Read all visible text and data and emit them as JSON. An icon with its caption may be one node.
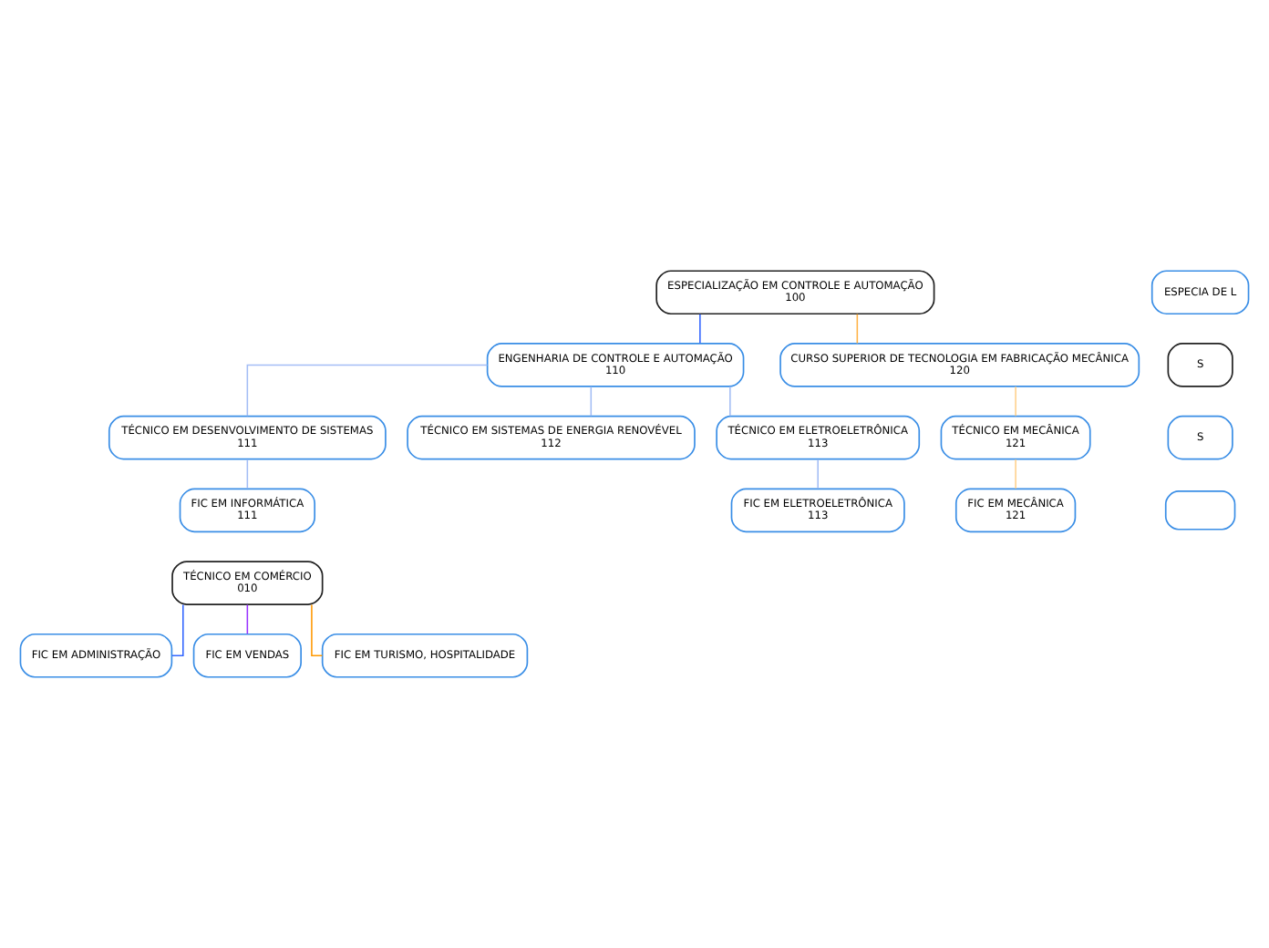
{
  "diagram": {
    "nodes": [
      {
        "text": [
          "ESPECIALIZAÇÃO EM CONTROLE E AUTOMAÇÃO",
          "100"
        ]
      },
      {
        "text": [
          "ENGENHARIA DE CONTROLE E AUTOMAÇÃO",
          "110"
        ]
      },
      {
        "text": [
          "CURSO SUPERIOR DE TECNOLOGIA EM FABRICAÇÃO MECÂNICA",
          "120"
        ]
      },
      {
        "text": [
          "TÉCNICO EM DESENVOLVIMENTO DE SISTEMAS",
          "111"
        ]
      },
      {
        "text": [
          "TÉCNICO EM SISTEMAS DE ENERGIA RENOVÉVEL",
          "112"
        ]
      },
      {
        "text": [
          "TÉCNICO EM ELETROELETRÔNICA",
          "113"
        ]
      },
      {
        "text": [
          "TÉCNICO EM MECÂNICA",
          "121"
        ]
      },
      {
        "text": [
          "FIC EM INFORMÁTICA",
          "111"
        ]
      },
      {
        "text": [
          "FIC EM ELETROELETRÔNICA",
          "113"
        ]
      },
      {
        "text": [
          "FIC EM MECÂNICA",
          "121"
        ]
      },
      {
        "text": [
          "ESPECIA DE L"
        ]
      },
      {
        "text": [
          "S"
        ]
      },
      {
        "text": [
          "S"
        ]
      },
      {
        "text": [],
        "shape": "box"
      },
      {
        "text": [
          "TÉCNICO EM COMÉRCIO",
          "010"
        ]
      },
      {
        "text": [
          "FIC EM ADMINISTRAÇÃO"
        ]
      },
      {
        "text": [
          "FIC EM VENDAS"
        ]
      },
      {
        "text": [
          "FIC EM TURISMO, HOSPITALIDADE"
        ]
      }
    ],
    "edges": [
      {
        "from": 0,
        "to": 1,
        "arrow": "none",
        "color": "#3366ff"
      },
      {
        "from": 0,
        "to": 2,
        "arrow": "none",
        "color": "#ffb347"
      },
      {
        "from": 1,
        "to": 3,
        "arrow": "none",
        "color": "#a3bdf5"
      },
      {
        "from": 1,
        "to": 4,
        "arrow": "none",
        "color": "#a3bdf5"
      },
      {
        "from": 1,
        "to": 5,
        "arrow": "none",
        "color": "#a3bdf5"
      },
      {
        "from": 2,
        "to": 6,
        "arrow": "none",
        "color": "#ffd08a"
      },
      {
        "from": 3,
        "to": 7,
        "arrow": "none",
        "color": "#a3bdf5"
      },
      {
        "from": 5,
        "to": 8,
        "arrow": "none",
        "color": "#a3bdf5"
      },
      {
        "from": 6,
        "to": 9,
        "arrow": "none",
        "color": "#ffd08a"
      },
      {
        "from": 14,
        "to": 15,
        "arrow": "none",
        "color": "#3366ff"
      },
      {
        "from": 14,
        "to": 16,
        "arrow": "none",
        "color": "#9933ff"
      },
      {
        "from": 14,
        "to": 17,
        "arrow": "none",
        "color": "#ff9900"
      }
    ]
  }
}
